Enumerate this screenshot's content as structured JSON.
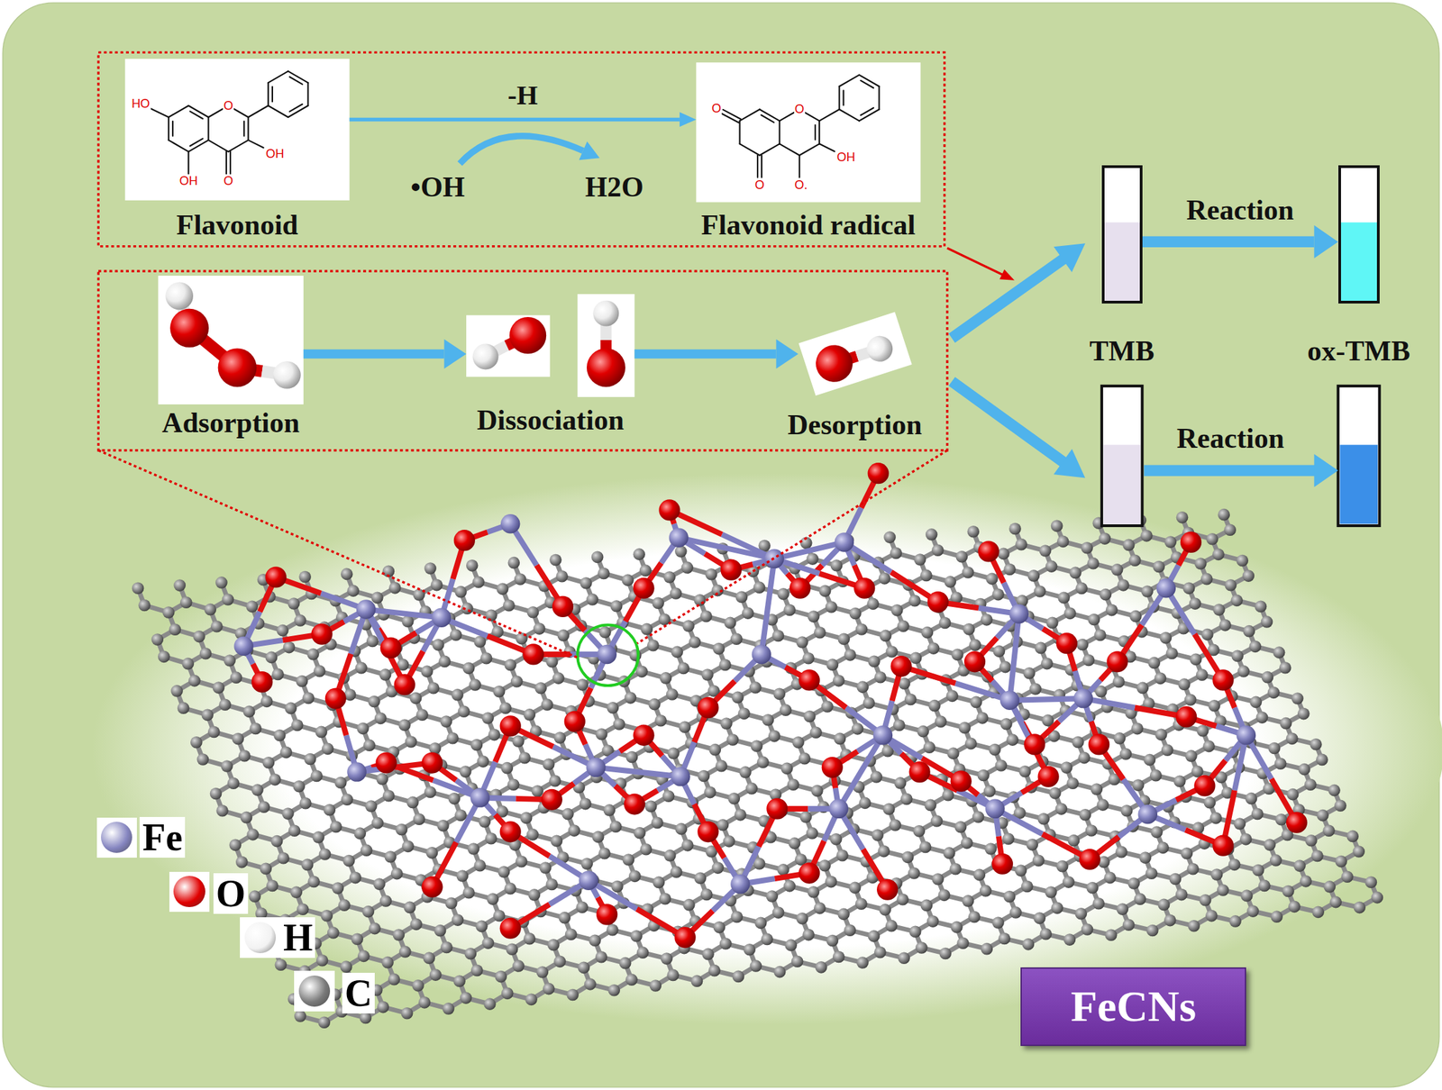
{
  "diagram": {
    "nodes": [
      {
        "text": [
          "Flavonoid",
          "HO",
          "O",
          "OH",
          "OH",
          "O"
        ]
      },
      {
        "text": [
          "Flavonoid radical",
          "O",
          "O",
          "OH",
          "O",
          "O."
        ]
      },
      {
        "text": [
          "TMB"
        ]
      },
      {
        "text": [
          "ox-TMB"
        ]
      },
      {
        "text": [
          "Adsorption"
        ]
      },
      {
        "text": [
          "Dissociation"
        ]
      },
      {
        "text": [
          "Desorption"
        ]
      },
      {
        "text": [
          "FeCNs"
        ]
      }
    ],
    "edges": [
      {
        "from": 0,
        "to": 1,
        "arrow": "to",
        "label": "-H"
      },
      {
        "from": 2,
        "to": 3,
        "arrow": "to",
        "label": "Reaction"
      },
      {
        "from": 4,
        "to": 5,
        "arrow": "to"
      },
      {
        "from": 5,
        "to": 6,
        "arrow": "to"
      }
    ],
    "labels": [
      "•OH",
      "H2O",
      "Reaction"
    ],
    "legend": [
      {
        "text": "Fe",
        "color": "#8585c0"
      },
      {
        "text": "O",
        "color": "#e00000"
      },
      {
        "text": "H",
        "color": "#f2f2f2"
      },
      {
        "text": "C",
        "color": "#7a7a7a"
      }
    ]
  }
}
